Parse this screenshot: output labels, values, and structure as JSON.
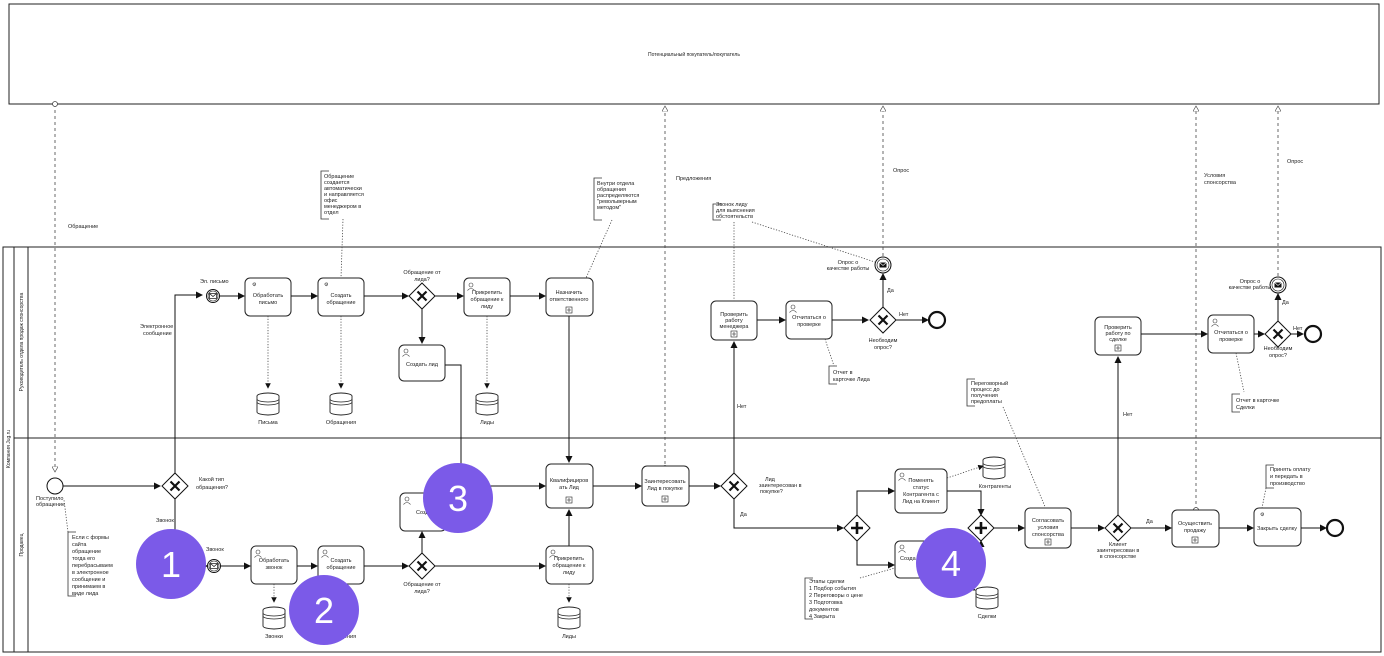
{
  "pool_top": {
    "label": "Потенциальный покупатель/покупатель"
  },
  "pool_company": {
    "label": "Компания Jug.ru"
  },
  "lanes": {
    "manager": "Руководитель отдела продаж спонсорства",
    "sales": "Продавец"
  },
  "messages": {
    "obrashenie": "Обращение",
    "predlozhenie": "Предложения",
    "opros1": "Опрос",
    "usloviya": [
      "Условия",
      "спонсорства"
    ],
    "opros2": "Опрос"
  },
  "manager_lane": {
    "email_event": "Эл. письмо",
    "electronic_msg": [
      "Электронное",
      "сообщение"
    ],
    "process_letter": [
      "Обработать",
      "письмо"
    ],
    "create_request": [
      "Создать",
      "обращение"
    ],
    "gateway_label": [
      "Обращение от",
      "лида?"
    ],
    "attach_request": [
      "Прикрепить",
      "обращение к",
      "лиду"
    ],
    "assign_resp": [
      "Назначить",
      "ответственного"
    ],
    "create_lead": "Создать лид",
    "store_letters": "Письма",
    "store_requests": "Обращения",
    "store_leads": "Лиды",
    "note_request": [
      "Обращение",
      "создается",
      "автоматически",
      "и направляется",
      "офис",
      "менеджером в",
      "отдел"
    ],
    "note_dept": [
      "Внутри отдела",
      "обращения",
      "распределяются",
      "\"револьверным",
      "методом\""
    ],
    "note_call": [
      "Звонок лиду",
      "для выяснения",
      "обстоятельств"
    ],
    "check_manager": [
      "Проверить",
      "работу",
      "менеджера"
    ],
    "report_check": [
      "Отчитаться о",
      "проверке"
    ],
    "survey_event": [
      "Опрос о",
      "качестве работы"
    ],
    "yes": "Да",
    "no": "Нет",
    "need_survey": [
      "Необходим",
      "опрос?"
    ],
    "note_lead_card": [
      "Отчет в",
      "карточке Лида"
    ],
    "check_deal": [
      "Проверить",
      "работу по",
      "сделке"
    ],
    "report_check2": [
      "Отчитаться о",
      "проверке"
    ],
    "survey_event2": [
      "Опрос о",
      "качестве работы"
    ],
    "need_survey2": [
      "Необходим",
      "опрос?"
    ],
    "note_deal_card": [
      "Отчет в карточке",
      "Сделки"
    ],
    "no2": "Нет",
    "yes2": "Да"
  },
  "sales_lane": {
    "start_label": [
      "Поступило",
      "обращение"
    ],
    "gateway_type": [
      "Какой тип",
      "обращения?"
    ],
    "call_label": "Звонок",
    "call_event": "Звонок",
    "note_form": [
      "Если с формы",
      "сайта",
      "обращение",
      "тогда его",
      "перебрасываем",
      "в электронное",
      "сообщение и",
      "принимаем в",
      "виде лида"
    ],
    "process_call": [
      "Обработать",
      "звонок"
    ],
    "create_request": [
      "Создать",
      "обращение"
    ],
    "store_calls": "Звонки",
    "store_requests": "Обращения",
    "gateway_lead": [
      "Обращение от",
      "лида?"
    ],
    "create_lead": "Создать",
    "qualify": [
      "Квалифициров",
      "ать Лид"
    ],
    "attach_request": [
      "Прикрепить",
      "обращение к",
      "лиду"
    ],
    "store_leads": "Лиды",
    "interest": [
      "Заинтересовать",
      "Лид в покупке"
    ],
    "gateway_interest": [
      "Лид",
      "заинтересован в",
      "покупке?"
    ],
    "yes": "Да",
    "no": "Нет",
    "change_status": [
      "Поменять",
      "статус",
      "Контрагента с",
      "Лид на Клиент"
    ],
    "store_contractors": "Контрагенты",
    "create_deal": "Созда",
    "store_deals": "Сделки",
    "note_stages": [
      "Этапы сделки",
      "1 Подбор события",
      "2 Переговоры о цене",
      "3 Подготовка",
      "документов",
      "4 Закрыта"
    ],
    "note_negotiation": [
      "Переговорный",
      "процесс до",
      "получения",
      "предоплаты"
    ],
    "agree_terms": [
      "Согласовать",
      "условия",
      "спонсорства"
    ],
    "gateway_client": [
      "Клиент",
      "заинтересован в",
      "в спонсорстве"
    ],
    "yes2": "Да",
    "no2": "Нет",
    "make_sale": [
      "Осуществить",
      "продажу"
    ],
    "close_deal": "Закрыть сделку",
    "note_payment": [
      "Принять оплату",
      "и передать в",
      "производство"
    ]
  },
  "badges": [
    "1",
    "2",
    "3",
    "4"
  ]
}
